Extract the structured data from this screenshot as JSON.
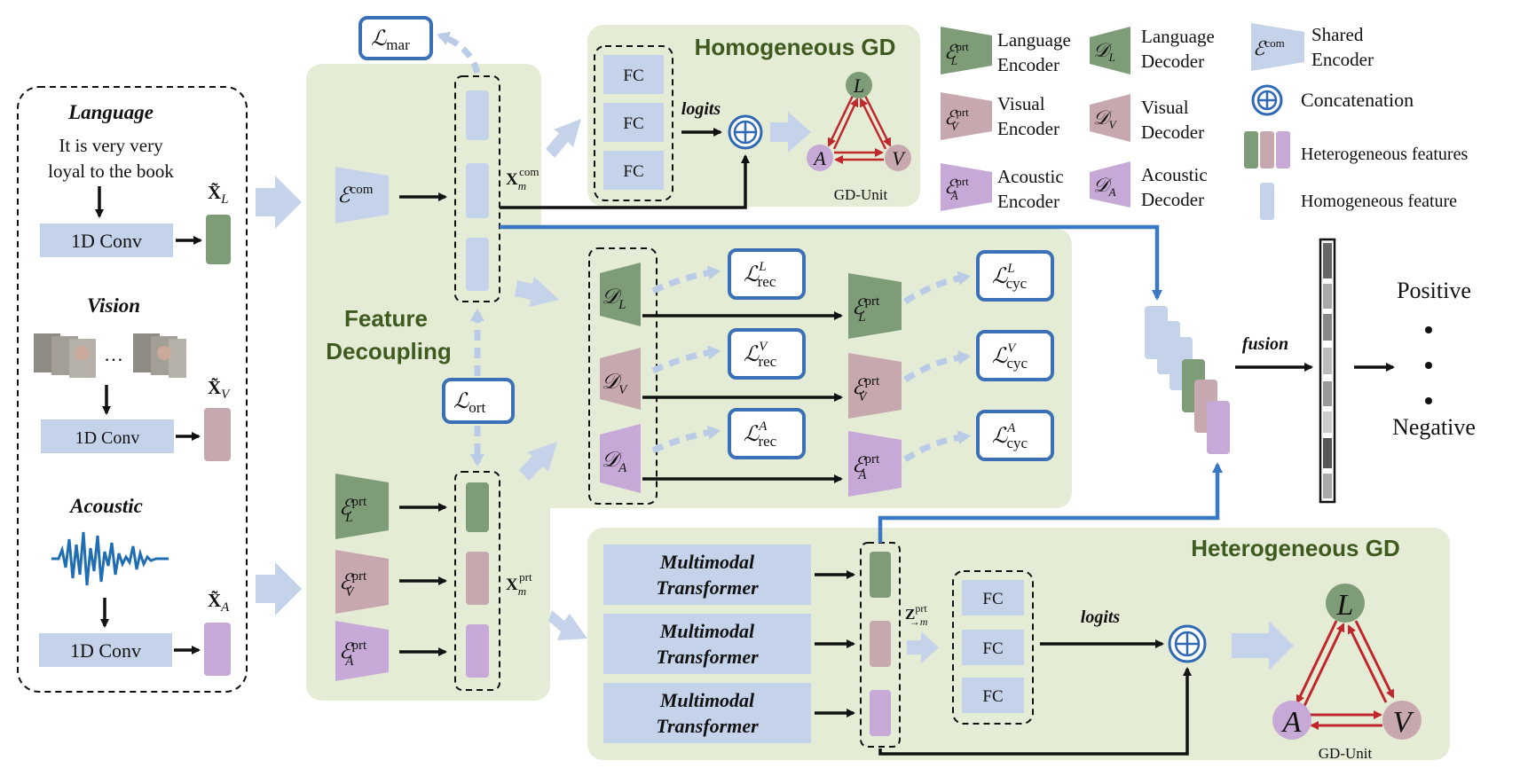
{
  "inputs": {
    "language": {
      "title": "Language",
      "text_line1": "It is very very",
      "text_line2": "loyal to the book",
      "feature": "X̃",
      "feature_sub": "L"
    },
    "vision": {
      "title": "Vision",
      "dots": "…",
      "feature": "X̃",
      "feature_sub": "V"
    },
    "acoustic": {
      "title": "Acoustic",
      "feature": "X̃",
      "feature_sub": "A"
    },
    "conv_label": "1D Conv"
  },
  "feature_decoupling": {
    "title_line1": "Feature",
    "title_line2": "Decoupling",
    "shared_encoder": "ℰ",
    "shared_encoder_sup": "com",
    "enc_L": "ℰ",
    "enc_L_sup": "prt",
    "enc_L_sub": "L",
    "enc_V": "ℰ",
    "enc_V_sup": "prt",
    "enc_V_sub": "V",
    "enc_A": "ℰ",
    "enc_A_sup": "prt",
    "enc_A_sub": "A",
    "x_com": "X",
    "x_com_sub": "m",
    "x_com_sup": "com",
    "x_prt": "X",
    "x_prt_sub": "m",
    "x_prt_sup": "prt",
    "loss_mar": "ℒ",
    "loss_mar_sub": "mar",
    "loss_ort": "ℒ",
    "loss_ort_sub": "ort"
  },
  "decoders": {
    "dec_L": "𝒟",
    "dec_L_sub": "L",
    "dec_V": "𝒟",
    "dec_V_sub": "V",
    "dec_A": "𝒟",
    "dec_A_sub": "A",
    "rec_L": "ℒ",
    "rec_L_sup": "L",
    "rec_L_sub": "rec",
    "rec_V": "ℒ",
    "rec_V_sup": "V",
    "rec_V_sub": "rec",
    "rec_A": "ℒ",
    "rec_A_sup": "A",
    "rec_A_sub": "rec",
    "cyc_L": "ℒ",
    "cyc_L_sup": "L",
    "cyc_L_sub": "cyc",
    "cyc_V": "ℒ",
    "cyc_V_sup": "V",
    "cyc_V_sub": "cyc",
    "cyc_A": "ℒ",
    "cyc_A_sup": "A",
    "cyc_A_sub": "cyc"
  },
  "homogeneous_gd": {
    "title": "Homogeneous GD",
    "fc": [
      "FC",
      "FC",
      "FC"
    ],
    "logits": "logits",
    "gd_unit": "GD-Unit",
    "nodes": {
      "L": "L",
      "A": "A",
      "V": "V"
    }
  },
  "heterogeneous_gd": {
    "title": "Heterogeneous GD",
    "transformers": [
      {
        "line1": "Multimodal",
        "line2": "Transformer"
      },
      {
        "line1": "Multimodal",
        "line2": "Transformer"
      },
      {
        "line1": "Multimodal",
        "line2": "Transformer"
      }
    ],
    "z": "Z",
    "z_sup": "prt",
    "z_sub": "→m",
    "fc": [
      "FC",
      "FC",
      "FC"
    ],
    "logits": "logits",
    "gd_unit": "GD-Unit",
    "nodes": {
      "L": "L",
      "A": "A",
      "V": "V"
    }
  },
  "output": {
    "fusion": "fusion",
    "positive": "Positive",
    "negative": "Negative"
  },
  "legend": {
    "items": [
      {
        "sym": "ℰ",
        "sup": "prt",
        "sub": "L",
        "line1": "Language",
        "line2": "Encoder"
      },
      {
        "sym": "𝒟",
        "sup": "",
        "sub": "L",
        "line1": "Language",
        "line2": "Decoder"
      },
      {
        "sym": "ℰ",
        "sup": "com",
        "sub": "",
        "line1": "Shared",
        "line2": "Encoder"
      },
      {
        "sym": "ℰ",
        "sup": "prt",
        "sub": "V",
        "line1": "Visual",
        "line2": "Encoder"
      },
      {
        "sym": "𝒟",
        "sup": "",
        "sub": "V",
        "line1": "Visual",
        "line2": "Decoder"
      },
      {
        "sym": "ℰ",
        "sup": "prt",
        "sub": "A",
        "line1": "Acoustic",
        "line2": "Encoder"
      },
      {
        "sym": "𝒟",
        "sup": "",
        "sub": "A",
        "line1": "Acoustic",
        "line2": "Decoder"
      }
    ],
    "concatenation": "Concatenation",
    "heterogeneous": "Heterogeneous features",
    "homogeneous": "Homogeneous feature"
  },
  "colors": {
    "panel_green": "#e4ecd5",
    "language": "#7f9c79",
    "visual": "#c7a8ae",
    "acoustic": "#c6a9d6",
    "homogeneous": "#c5d3ea",
    "loss_border": "#3b6fb6",
    "graph_red": "#c0272d"
  }
}
